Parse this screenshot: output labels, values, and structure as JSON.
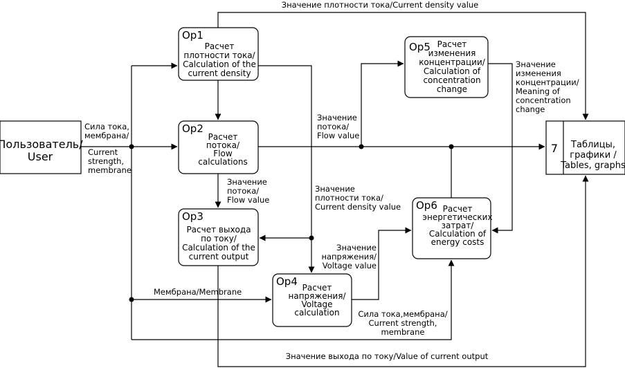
{
  "user": {
    "lines": [
      "Пользователь/",
      "User"
    ]
  },
  "output": {
    "number": "7",
    "lines": [
      "Таблицы,",
      "графики /",
      "Tables, graphs"
    ]
  },
  "nodes": [
    {
      "id": "op1",
      "title": "Op1",
      "lines": [
        "Расчет",
        "плотности тока/",
        "Calculation of the",
        "current density"
      ]
    },
    {
      "id": "op2",
      "title": "Op2",
      "lines": [
        "Расчет",
        "потока/",
        "Flow",
        "calculations"
      ]
    },
    {
      "id": "op3",
      "title": "Op3",
      "lines": [
        "Расчет выхода",
        "по току/",
        "Calculation of the",
        "current output"
      ]
    },
    {
      "id": "op4",
      "title": "Op4",
      "lines": [
        "Расчет",
        "напряжения/",
        "Voltage",
        "calculation"
      ]
    },
    {
      "id": "op5",
      "title": "Op5",
      "lines": [
        "Расчет",
        "изменения",
        "концентрации/",
        "Calculation of",
        "concentration",
        "change"
      ]
    },
    {
      "id": "op6",
      "title": "Op6",
      "lines": [
        "Расчет",
        "энергетических",
        "затрат/",
        "Calculation of",
        "energy costs"
      ]
    }
  ],
  "labels": {
    "top_density": [
      "Значение плотности тока/Current density value"
    ],
    "user_input_ru": [
      "Сила тока,",
      "мембрана/"
    ],
    "user_input_en": [
      "Current",
      "strength,",
      "membrane"
    ],
    "flow_value_top": [
      "Значение",
      "потока/",
      "Flow value"
    ],
    "flow_value_mid": [
      "Значение",
      "потока/",
      "Flow value"
    ],
    "density_mid": [
      "Значение",
      "плотности тока/",
      "Current density value"
    ],
    "conc_change": [
      "Значение",
      "изменения",
      "концентрации/",
      "Meaning of",
      "concentration",
      "change"
    ],
    "voltage_value": [
      "Значение",
      "напряжения/",
      "Voltage value"
    ],
    "membrane": [
      "Мембрана/Membrane"
    ],
    "strength_bottom": [
      "Сила тока,мембрана/",
      "Current strength,",
      "membrane"
    ],
    "bottom_output": [
      "Значение выхода по току/Value of current output"
    ]
  }
}
